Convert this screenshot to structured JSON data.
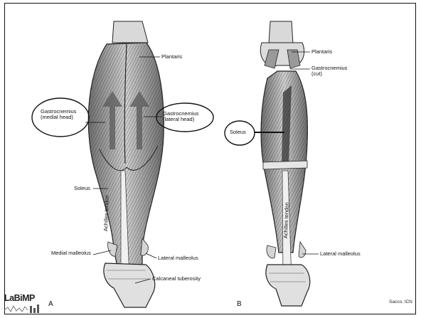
{
  "figure_a": {
    "panel_label": "A",
    "labels": {
      "plantaris": "Plantaris",
      "gastro_medial": "Gastrocnemius\n(medial head)",
      "gastro_lateral": "Gastrocnemius\n(lateral head)",
      "soleus": "Soleus",
      "achilles": "Achilles tendon",
      "medial_malleolus": "Medial malleolus",
      "lateral_malleolus": "Lateral malleolus",
      "calcaneal_tuberosity": "Calcaneal tuberosity"
    }
  },
  "figure_b": {
    "panel_label": "B",
    "labels": {
      "plantaris": "Plantaris",
      "gastro_cut": "Gastrocnemius\n(cut)",
      "soleus": "Soleus",
      "achilles": "Achilles tendon",
      "lateral_malleolus": "Lateral malleolus"
    }
  },
  "logo_text": "LaBiMP",
  "credit": "Sacco, ICN",
  "colors": {
    "ink": "#111111",
    "muscle_shade": "#8a8a8a",
    "tendon": "#e8e8e8"
  }
}
